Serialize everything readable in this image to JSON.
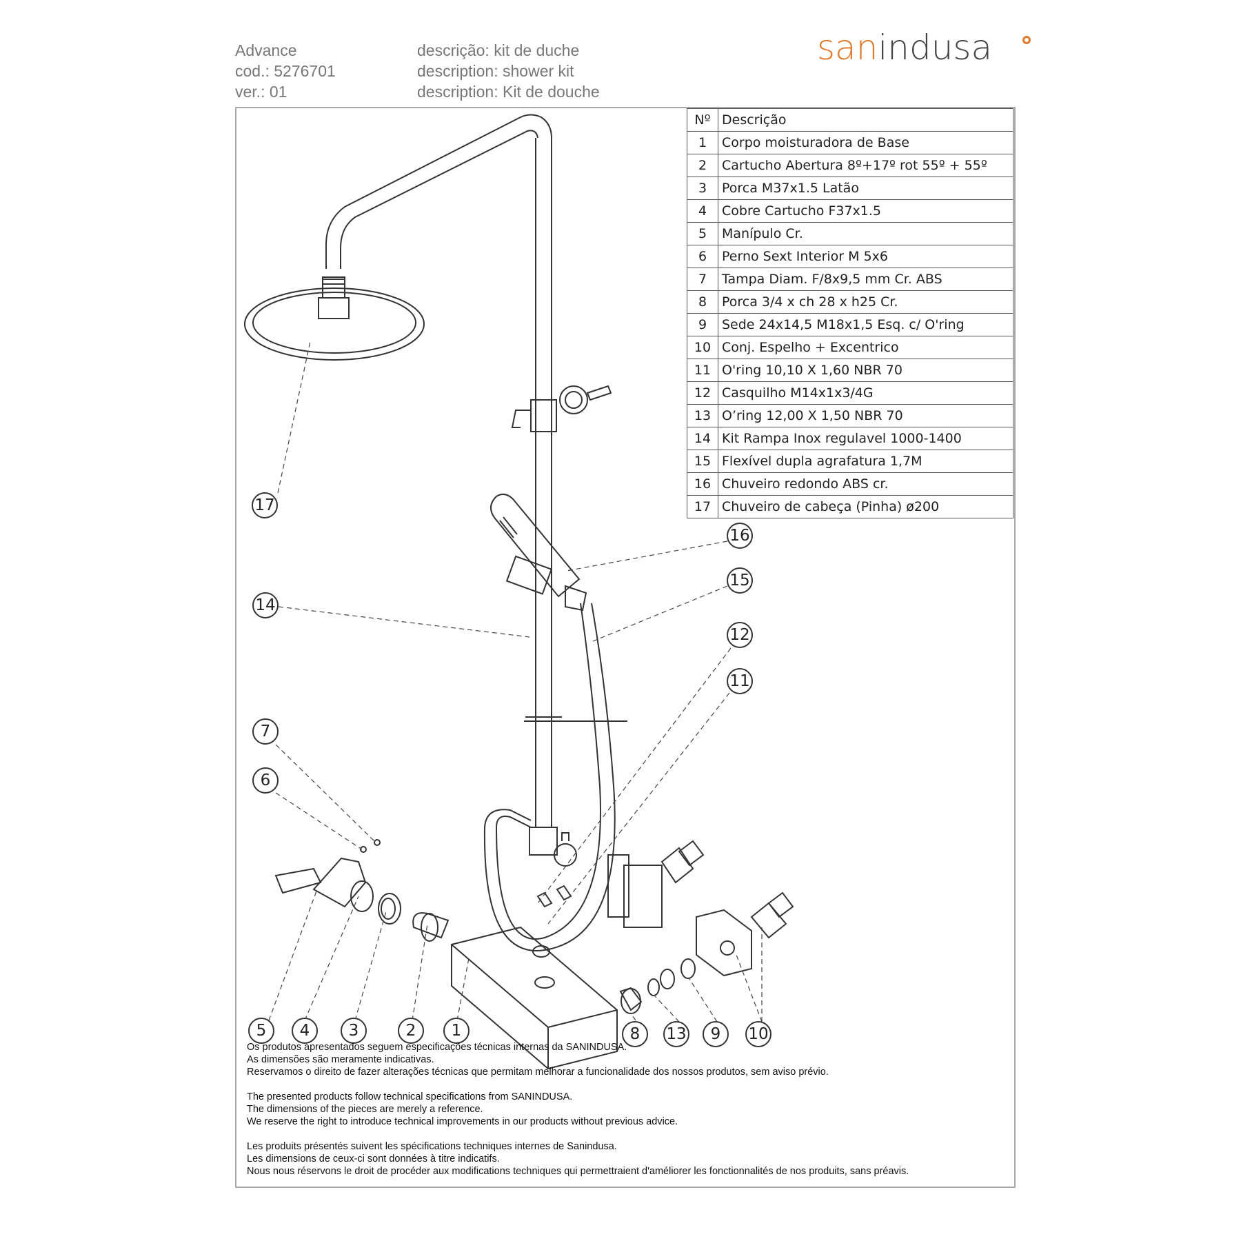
{
  "header": {
    "product": "Advance",
    "code": "cod.: 5276701",
    "version": "ver.: 01",
    "desc_pt": "descrição: kit de duche",
    "desc_en": "description:  shower kit",
    "desc_fr": "description: Kit de douche"
  },
  "logo": {
    "part1": "san",
    "part2": "indusa"
  },
  "colors": {
    "brand_orange": "#e07a2c",
    "brand_grey": "#444444",
    "frame": "#a8a8a8"
  },
  "table": {
    "col_no": "Nº",
    "col_desc": "Descrição",
    "rows": [
      {
        "n": "1",
        "d": "Corpo moisturadora de Base"
      },
      {
        "n": "2",
        "d": "Cartucho Abertura 8º+17º rot 55º + 55º"
      },
      {
        "n": "3",
        "d": "Porca M37x1.5 Latão"
      },
      {
        "n": "4",
        "d": "Cobre Cartucho F37x1.5"
      },
      {
        "n": "5",
        "d": "Manípulo Cr."
      },
      {
        "n": "6",
        "d": "Perno Sext Interior M 5x6"
      },
      {
        "n": "7",
        "d": "Tampa Diam. F/8x9,5 mm Cr. ABS"
      },
      {
        "n": "8",
        "d": "Porca 3/4 x ch 28 x h25 Cr."
      },
      {
        "n": "9",
        "d": "Sede 24x14,5  M18x1,5 Esq. c/ O'ring"
      },
      {
        "n": "10",
        "d": "Conj. Espelho + Excentrico"
      },
      {
        "n": "11",
        "d": "O'ring 10,10 X 1,60 NBR 70"
      },
      {
        "n": "12",
        "d": "Casquilho M14x1x3/4G"
      },
      {
        "n": "13",
        "d": "O’ring 12,00 X 1,50 NBR 70"
      },
      {
        "n": "14",
        "d": "Kit Rampa Inox regulavel 1000-1400"
      },
      {
        "n": "15",
        "d": "Flexível dupla agrafatura 1,7M"
      },
      {
        "n": "16",
        "d": "Chuveiro redondo ABS cr."
      },
      {
        "n": "17",
        "d": "Chuveiro de cabeça (Pinha) ø200"
      }
    ]
  },
  "callouts": {
    "c1": "1",
    "c2": "2",
    "c3": "3",
    "c4": "4",
    "c5": "5",
    "c6": "6",
    "c7": "7",
    "c8": "8",
    "c9": "9",
    "c10": "10",
    "c11": "11",
    "c12": "12",
    "c13": "13",
    "c14": "14",
    "c15": "15",
    "c16": "16",
    "c17": "17"
  },
  "notes": {
    "pt": [
      "Os produtos apresentados seguem especificações técnicas internas da SANINDUSA.",
      "As dimensões são meramente indicativas.",
      "Reservamos o direito de fazer alterações técnicas que permitam melhorar a funcionalidade dos nossos produtos, sem aviso prévio."
    ],
    "en": [
      "The presented products follow technical specifications from SANINDUSA.",
      "The dimensions of the pieces are merely a reference.",
      "We reserve the right to introduce technical improvements in our products without previous advice."
    ],
    "fr": [
      "Les produits présentés suivent les spécifications techniques internes de Sanindusa.",
      "Les dimensions de ceux-ci sont données à titre indicatifs.",
      "Nous nous réservons le droit de procéder aux modifications techniques qui permettraient d'améliorer les fonctionnalités de nos produits, sans préavis."
    ]
  }
}
